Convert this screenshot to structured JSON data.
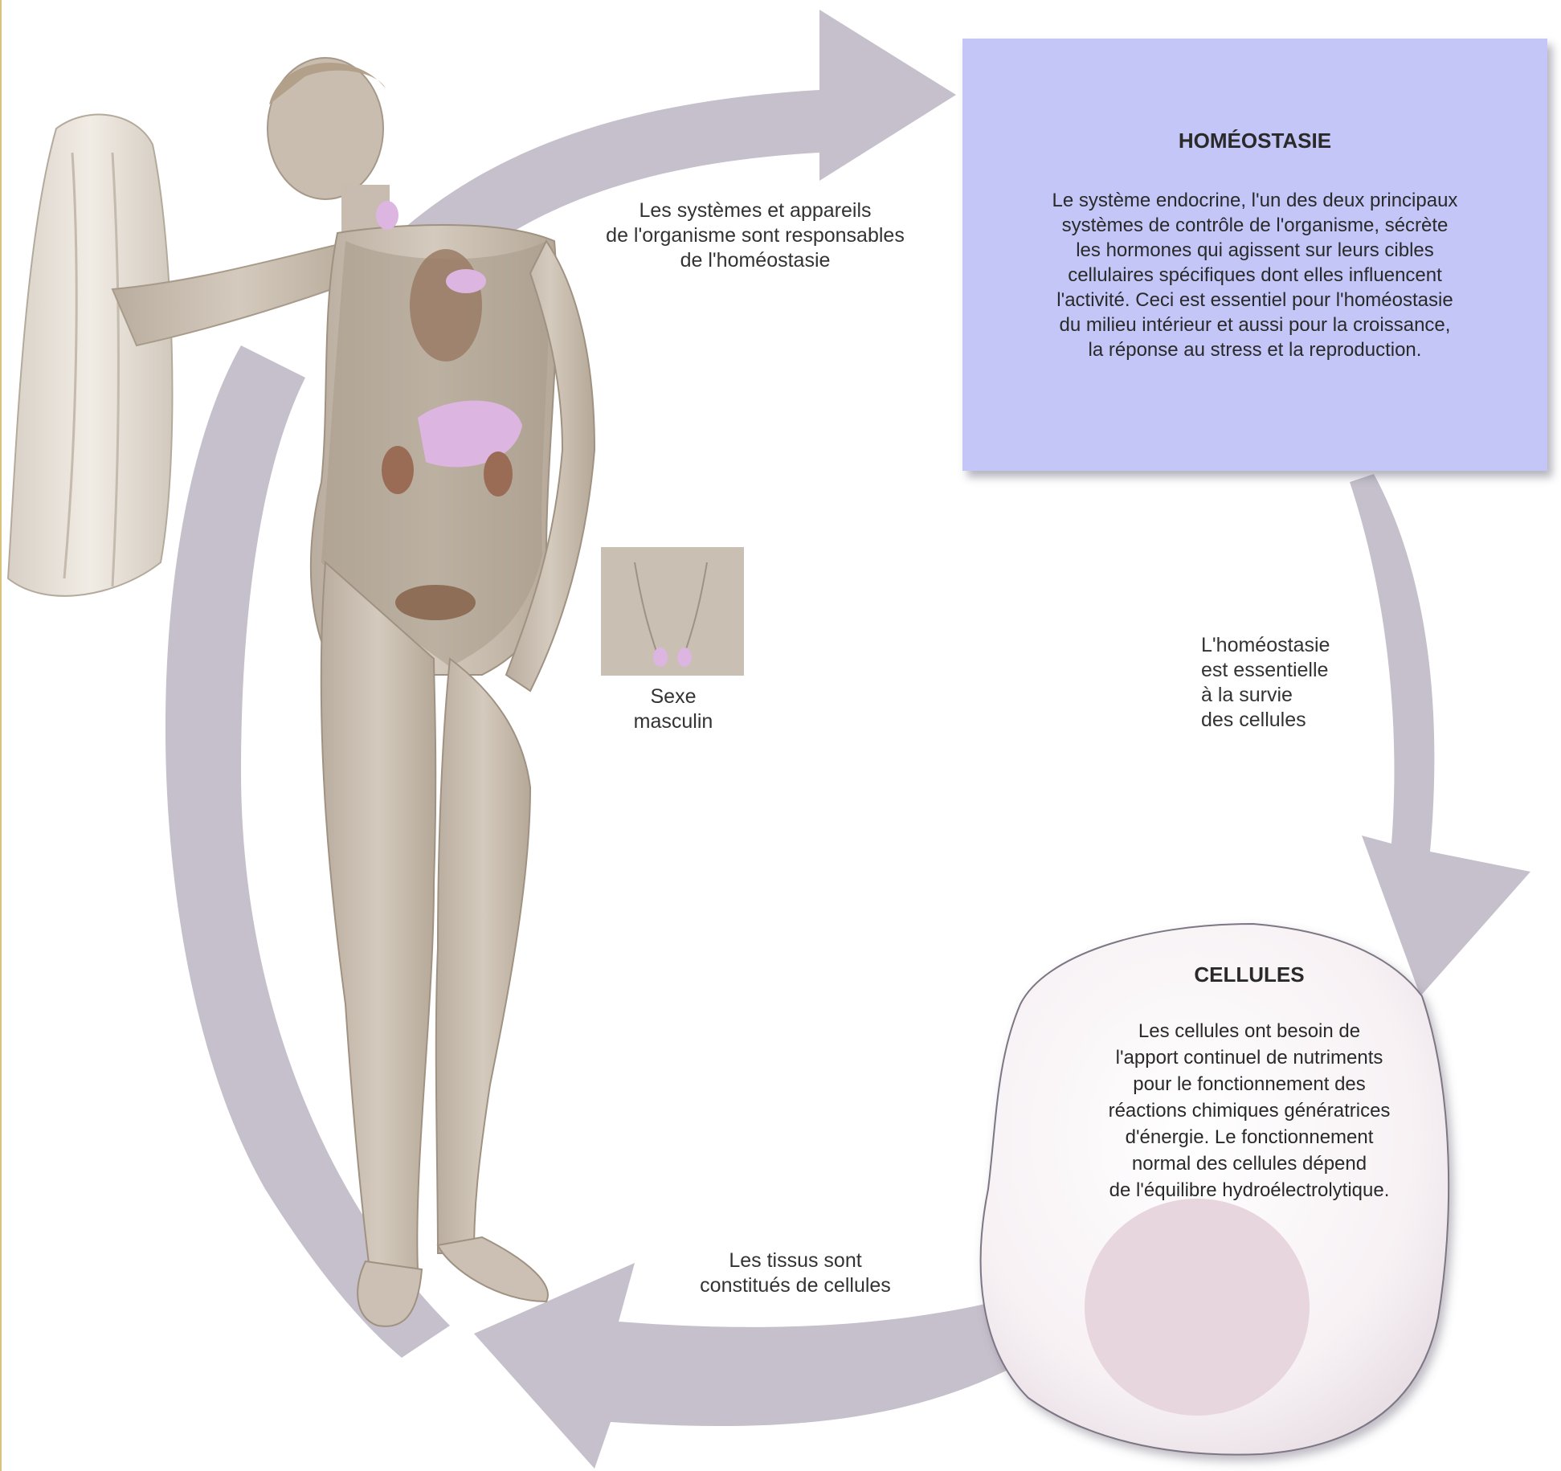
{
  "homeostasis_box": {
    "title": "HOMÉOSTASIE",
    "text": "Le système endocrine, l'un des deux principaux\nsystèmes de contrôle de l'organisme, sécrète\nles hormones qui agissent sur leurs cibles\ncellulaires spécifiques dont elles influencent\nl'activité. Ceci est essentiel pour l'homéostasie\ndu milieu intérieur et aussi pour la croissance,\nla réponse au stress et la reproduction."
  },
  "cells_box": {
    "title": "CELLULES",
    "text": "Les cellules ont besoin de\nl'apport continuel de nutriments\npour le fonctionnement des\nréactions chimiques génératrices\nd'énergie. Le fonctionnement\nnormal des cellules dépend\nde l'équilibre hydroélectrolytique."
  },
  "arrow_labels": {
    "systems": "Les systèmes et appareils\nde l'organisme sont responsables\nde l'homéostasie",
    "survival": "L'homéostasie\nest essentielle\nà la survie\ndes cellules",
    "tissues": "Les tissus sont\nconstitués de cellules"
  },
  "inset": {
    "caption": "Sexe\nmasculin"
  },
  "colors": {
    "arrow": "#c5c0cb",
    "homeostasis_box": "#c3c6f7",
    "cell_fill": "#f5eff2",
    "nucleus": "#e8d6df",
    "body_skin": "#c8bdb0",
    "organ_pink": "#dcb6e0",
    "organ_brown": "#9a7b66",
    "frame": "#d9c37a"
  }
}
